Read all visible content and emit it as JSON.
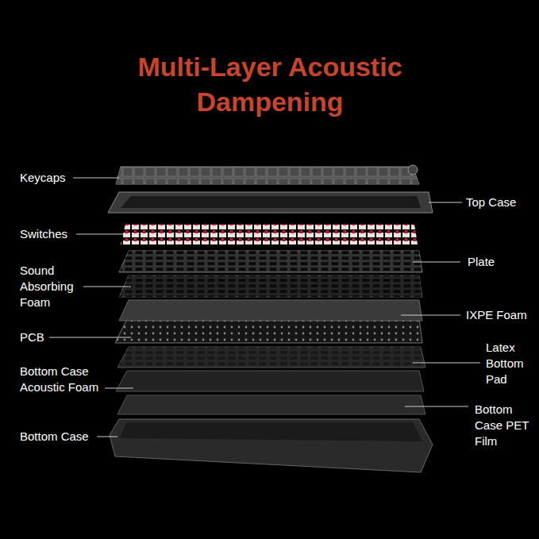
{
  "diagram": {
    "title": "Multi-Layer Acoustic Dampening",
    "labels": [
      "Keycaps",
      "Top Case",
      "Switches",
      "Plate",
      "Sound Absorbing Foam",
      "IXPE Foam",
      "PCB",
      "Latex Bottom Pad",
      "Bottom Case Acoustic Foam",
      "Bottom Case PET Film",
      "Bottom Case"
    ]
  }
}
